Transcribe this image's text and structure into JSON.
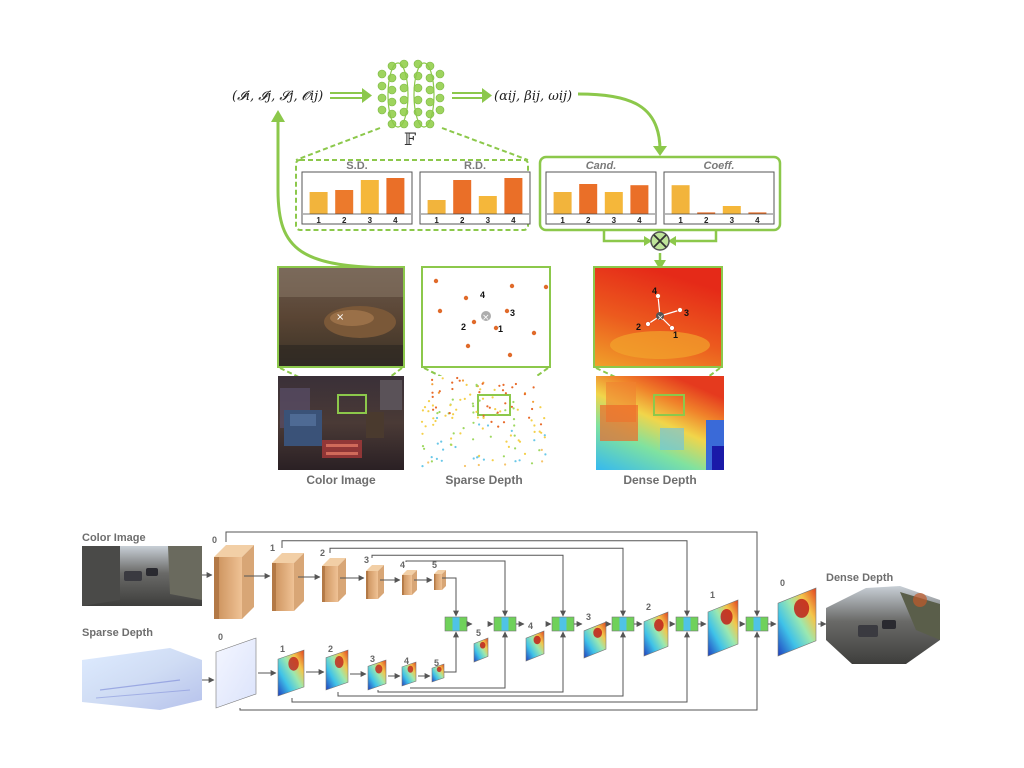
{
  "top": {
    "input_tuple": "(𝓘i, 𝓘j, 𝓢j, 𝓞ij)",
    "output_tuple": "(αij, βij, ωij)",
    "network_symbol": "𝔽",
    "panels": {
      "sd": {
        "title": "S.D.",
        "ticks": [
          "1",
          "2",
          "3",
          "4"
        ],
        "values": [
          0.55,
          0.6,
          0.85,
          0.9
        ],
        "colors": [
          "#f2b43c",
          "#ec7a2c",
          "#f5b73a",
          "#ea6f28"
        ]
      },
      "rd": {
        "title": "R.D.",
        "ticks": [
          "1",
          "2",
          "3",
          "4"
        ],
        "values": [
          0.35,
          0.85,
          0.45,
          0.9
        ],
        "colors": [
          "#f2b43c",
          "#ea6f28",
          "#f5b73a",
          "#ea6f28"
        ]
      },
      "cand": {
        "title": "Cand.",
        "ticks": [
          "1",
          "2",
          "3",
          "4"
        ],
        "values": [
          0.55,
          0.75,
          0.55,
          0.72
        ],
        "colors": [
          "#f2b43c",
          "#ea6f28",
          "#f5b73a",
          "#ea6f28"
        ]
      },
      "coeff": {
        "title": "Coeff.",
        "ticks": [
          "1",
          "2",
          "3",
          "4"
        ],
        "values": [
          0.72,
          0.04,
          0.2,
          0.04
        ],
        "colors": [
          "#f2b43c",
          "#ea6f28",
          "#f5b73a",
          "#ea6f28"
        ]
      }
    },
    "images": {
      "color": "Color Image",
      "sparse": "Sparse Depth",
      "dense": "Dense Depth"
    },
    "point_labels": [
      "1",
      "2",
      "3",
      "4"
    ]
  },
  "bottom": {
    "color_label": "Color Image",
    "sparse_label": "Sparse Depth",
    "dense_label": "Dense Depth",
    "encoder_levels": [
      "0",
      "1",
      "2",
      "3",
      "4",
      "5"
    ],
    "decoder_levels": [
      "5",
      "4",
      "3",
      "2",
      "1",
      "0"
    ]
  },
  "colors": {
    "accent_green": "#8cc84b",
    "feature_tan": "#e4b488",
    "arrow_gray": "#555555"
  }
}
